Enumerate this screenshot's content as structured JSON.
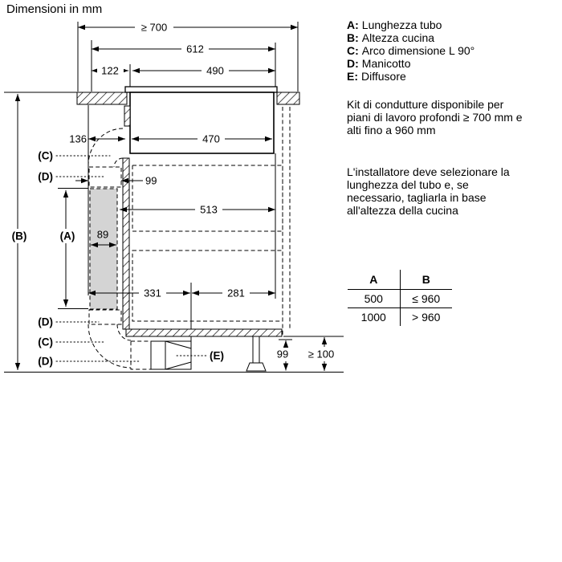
{
  "title": "Dimensioni in mm",
  "colors": {
    "line": "#000000",
    "tube_fill": "#d4d4d4",
    "background": "#ffffff"
  },
  "diagram": {
    "dims": {
      "worktop_depth": "≥ 700",
      "hob_width": "612",
      "front_offset": "122",
      "cutout_width": "490",
      "duct_offset": "136",
      "body_width": "470",
      "sleeve_width": "99",
      "cabinet_depth": "513",
      "tube_width": "89",
      "left_span": "331",
      "right_span": "281",
      "diffuser_height": "99",
      "plinth_min_height": "≥ 100"
    },
    "labels": {
      "A": "(A)",
      "B": "(B)",
      "C": "(C)",
      "D": "(D)",
      "E": "(E)"
    }
  },
  "legend": {
    "items": [
      {
        "key": "A:",
        "label": "Lunghezza tubo"
      },
      {
        "key": "B:",
        "label": "Altezza cucina"
      },
      {
        "key": "C:",
        "label": "Arco dimensione L 90°"
      },
      {
        "key": "D:",
        "label": "Manicotto"
      },
      {
        "key": "E:",
        "label": "Diffusore"
      }
    ]
  },
  "notes": {
    "note1_lines": [
      "Kit di condutture disponibile per",
      "piani di lavoro profondi ≥ 700 mm e",
      "alti fino a 960 mm"
    ],
    "note2_lines": [
      "L'installatore deve selezionare la",
      "lunghezza del tubo e, se",
      "necessario, tagliarla in base",
      "all'altezza della cucina"
    ]
  },
  "table": {
    "headers": [
      "A",
      "B"
    ],
    "rows": [
      [
        "500",
        "≤ 960"
      ],
      [
        "1000",
        "> 960"
      ]
    ]
  }
}
